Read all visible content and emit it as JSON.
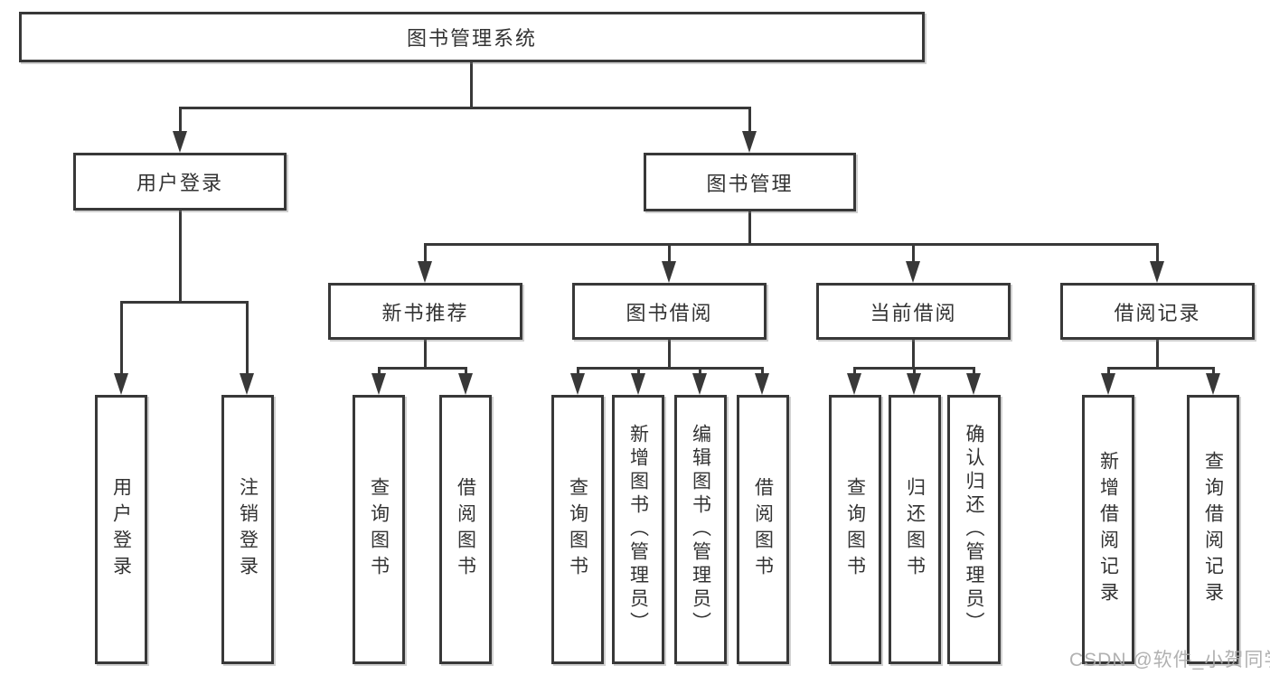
{
  "diagram_title": "图书管理系统",
  "tree": {
    "root": {
      "label": "图书管理系统"
    },
    "branches": [
      {
        "label": "用户登录",
        "children": [
          {
            "label": "用户登录"
          },
          {
            "label": "注销登录"
          }
        ]
      },
      {
        "label": "图书管理",
        "children": [
          {
            "label": "新书推荐",
            "children": [
              {
                "label": "查询图书"
              },
              {
                "label": "借阅图书"
              }
            ]
          },
          {
            "label": "图书借阅",
            "children": [
              {
                "label": "查询图书"
              },
              {
                "label": "新增图书（管理员）"
              },
              {
                "label": "编辑图书（管理员）"
              },
              {
                "label": "借阅图书"
              }
            ]
          },
          {
            "label": "当前借阅",
            "children": [
              {
                "label": "查询图书"
              },
              {
                "label": "归还图书"
              },
              {
                "label": "确认归还（管理员）"
              }
            ]
          },
          {
            "label": "借阅记录",
            "children": [
              {
                "label": "新增借阅记录"
              },
              {
                "label": "查询借阅记录"
              }
            ]
          }
        ]
      }
    ]
  },
  "watermark": {
    "text": "CSDN @软件_小贺同学"
  },
  "colors": {
    "line": "#383838",
    "box_border": "#383838",
    "text": "#333333",
    "background": "#ffffff",
    "watermark": "#a8a8a8"
  }
}
